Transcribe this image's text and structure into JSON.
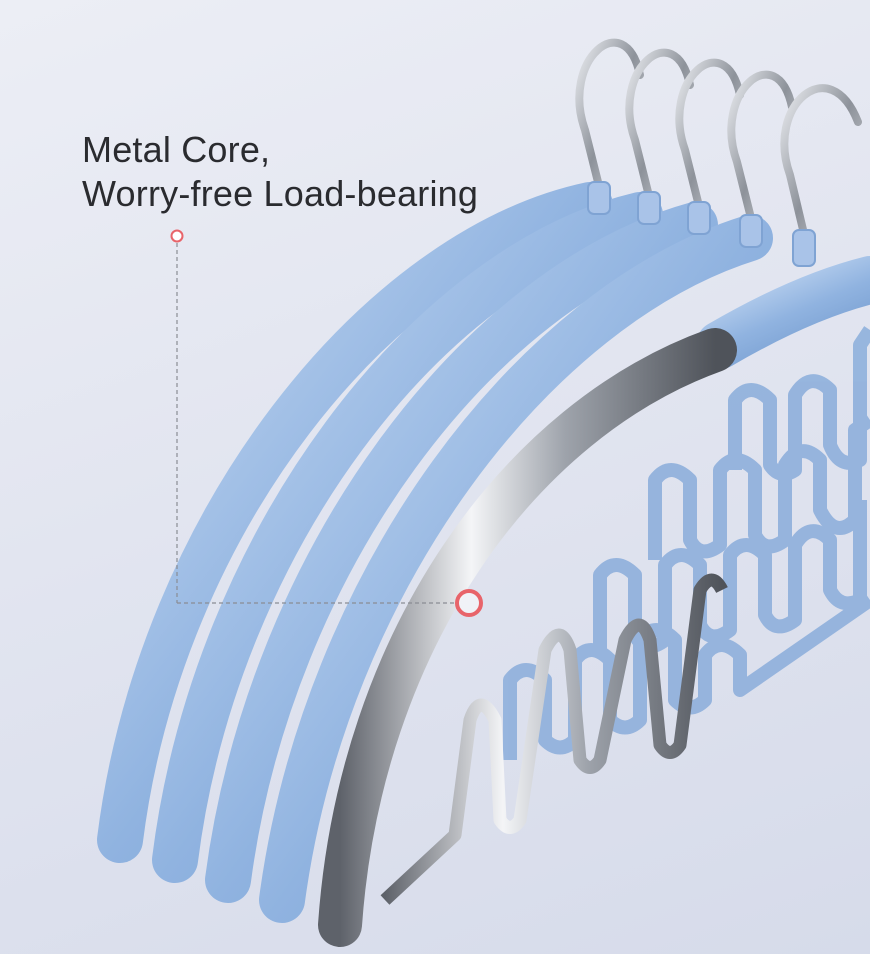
{
  "headline": {
    "line1": "Metal Core,",
    "line2": "Worry-free Load-bearing"
  },
  "colors": {
    "background": "#e2e5f0",
    "hanger_blue": "#8fb2e0",
    "metal": "#b8bcc4",
    "callout_red": "#e8646a",
    "text": "#2a2b2f"
  },
  "product": {
    "visible_hanger_count": 5,
    "hook_icon": "hook-icon"
  }
}
